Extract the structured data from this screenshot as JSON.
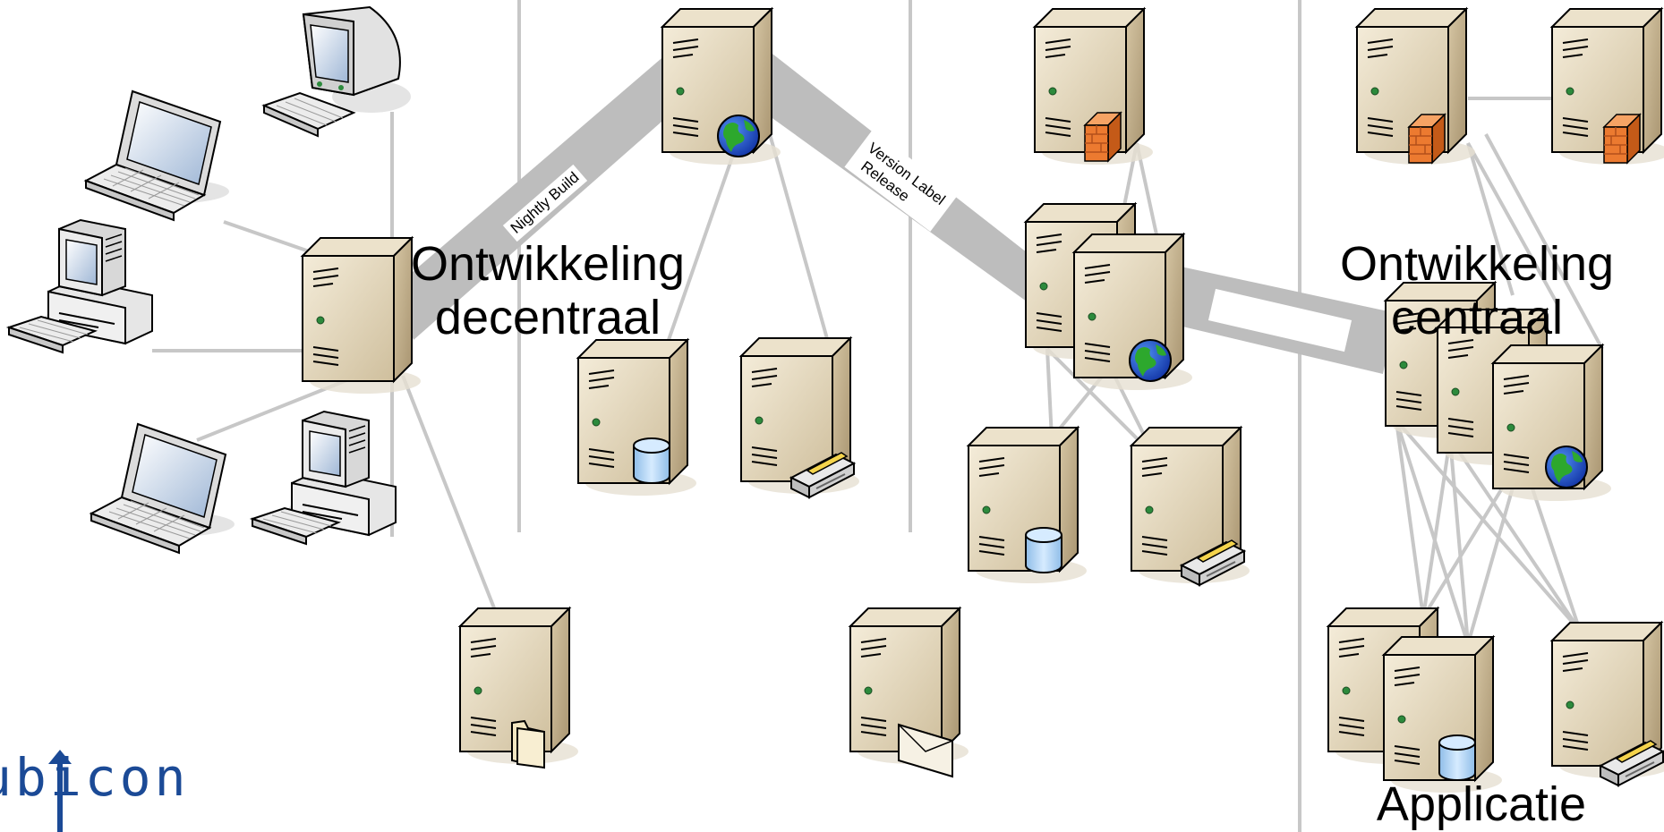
{
  "zones": {
    "decentral": {
      "line1": "Ontwikkeling",
      "line2": "decentraal"
    },
    "central": {
      "line1": "Ontwikkeling",
      "line2": "centraal"
    },
    "application": {
      "title": "Applicatie"
    }
  },
  "links": {
    "nightly_build": "Nightly Build",
    "version_label": "Version Label",
    "release": "Release"
  },
  "logo": {
    "text": "ubicon"
  },
  "colors": {
    "connector": "#c7c7c7",
    "band": "#bdbdbd",
    "server_front": "#e8dcc3",
    "server_side": "#c8b48e",
    "globe_blue": "#1f5fd1",
    "globe_green": "#2da82d",
    "firewall": "#e8742a",
    "database": "#a9cdf2",
    "logo_blue": "#1b4a96"
  }
}
